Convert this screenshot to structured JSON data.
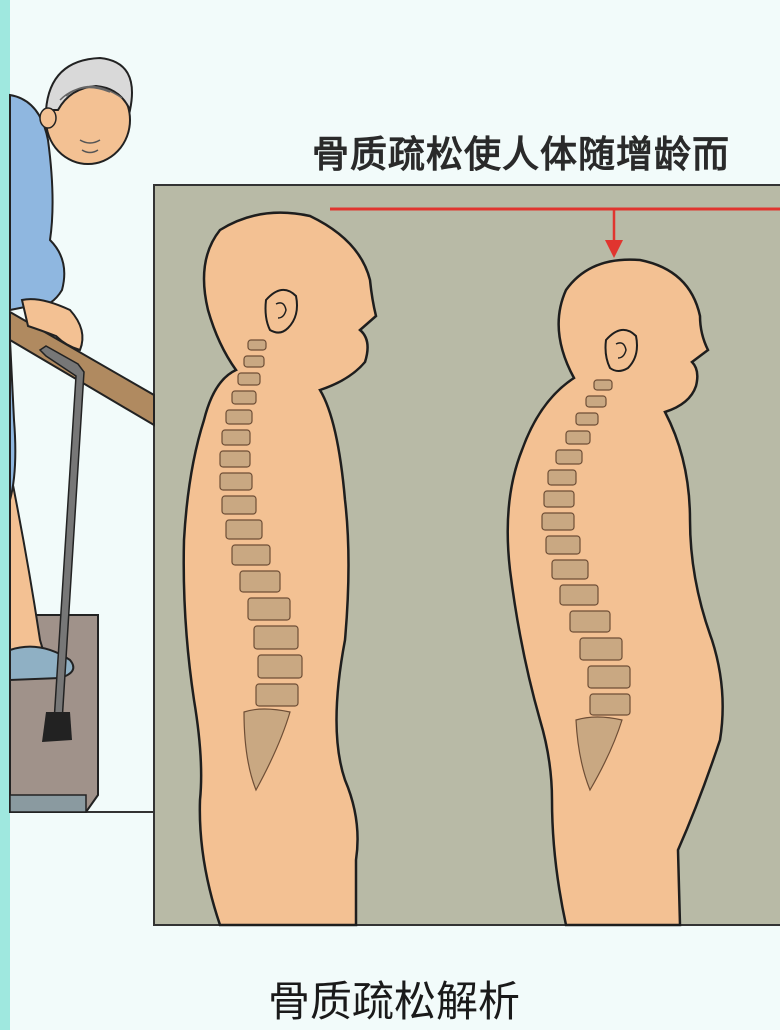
{
  "headline": "骨质疏松使人体随增龄而",
  "caption": "骨质疏松解析",
  "colors": {
    "background": "#f2fbfa",
    "panel": "#b8baa6",
    "skin": "#f3c193",
    "outline": "#1e1e1e",
    "indicator": "#e0352f",
    "bone": "#c9a882"
  },
  "icons": [
    "elderly-woman-illustration",
    "walking-cane-icon",
    "spine-icon",
    "height-arrow-icon"
  ]
}
